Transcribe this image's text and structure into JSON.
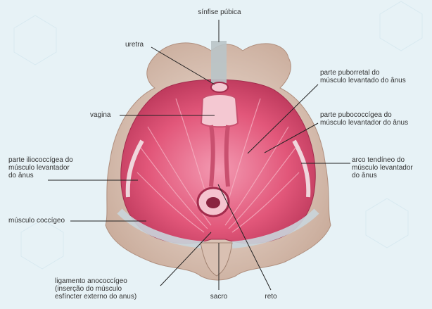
{
  "colors": {
    "background": "#e7f2f6",
    "bone": "#e6d2c6",
    "bone_shadow": "#c8aa99",
    "muscle": "#e2577a",
    "muscle_light": "#f08fa8",
    "muscle_dark": "#b83558",
    "ligament": "#c9d5dc",
    "leader_line": "#222222"
  },
  "labels": {
    "sinfise": "sínfise púbica",
    "uretra": "uretra",
    "vagina": "vagina",
    "puborretal": "parte puborretal do\nmúsculo levantado do ânus",
    "pubococcigea": "parte pubococcígea do\nmúsculo levantador do ânus",
    "arco": "arco tendíneo do\nmúsculo levantador\ndo ânus",
    "iliococcigea": "parte iliococcígea do\nmúsculo levantador\ndo ânus",
    "coccigeo": "músculo coccígeo",
    "anococcigeo": "ligamento anococcígeo\n(inserção do músculo\nesfíncter externo do anus)",
    "sacro": "sacro",
    "reto": "reto"
  }
}
